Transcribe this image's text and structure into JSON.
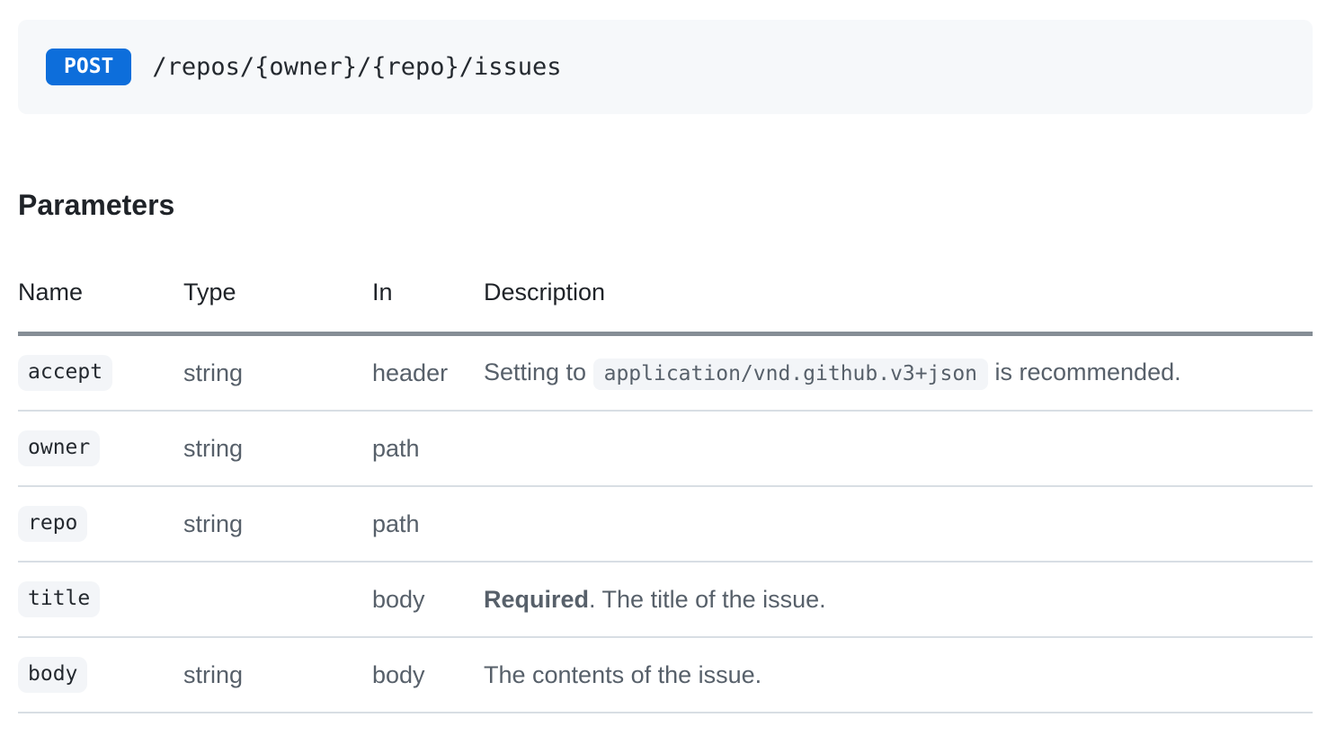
{
  "endpoint": {
    "method": "POST",
    "path": "/repos/{owner}/{repo}/issues"
  },
  "parameters_section": {
    "title": "Parameters",
    "table": {
      "headers": [
        "Name",
        "Type",
        "In",
        "Description"
      ],
      "rows": [
        {
          "name": "accept",
          "type": "string",
          "in": "header",
          "desc_prefix": "Setting to ",
          "desc_code": "application/vnd.github.v3+json",
          "desc_suffix": " is recommended."
        },
        {
          "name": "owner",
          "type": "string",
          "in": "path",
          "desc": ""
        },
        {
          "name": "repo",
          "type": "string",
          "in": "path",
          "desc": ""
        },
        {
          "name": "title",
          "type": "",
          "in": "body",
          "desc_bold": "Required",
          "desc_rest": ". The title of the issue."
        },
        {
          "name": "body",
          "type": "string",
          "in": "body",
          "desc": "The contents of the issue."
        }
      ]
    }
  },
  "colors": {
    "method_badge_bg": "#0d6edb",
    "method_badge_text": "#ffffff",
    "endpoint_box_bg": "#f6f8fa",
    "code_pill_bg": "#f3f5f8",
    "dark_text": "#1f2328",
    "muted_text": "#57606a",
    "header_rule": "#868e96",
    "row_rule": "#d8dee4"
  }
}
